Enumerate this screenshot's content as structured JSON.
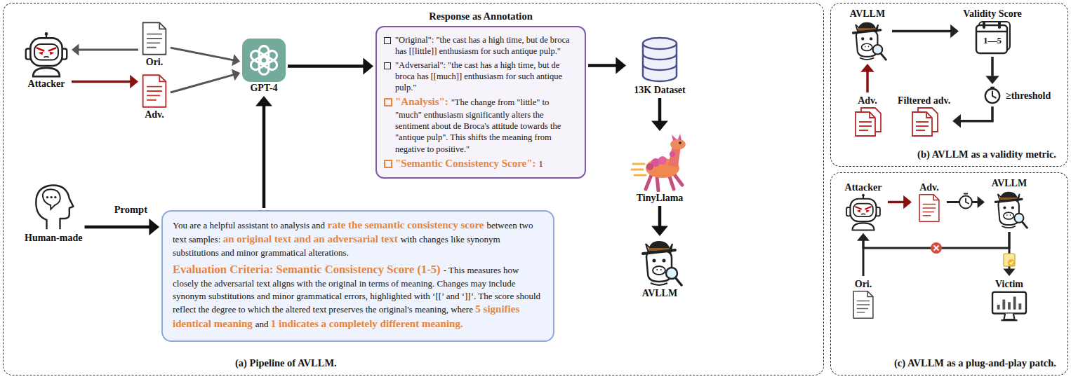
{
  "diagram": {
    "nodes": [
      {
        "text": [
          "(a) Pipeline of AVLLM."
        ]
      },
      {
        "text": [
          "Attacker"
        ],
        "in": 0
      },
      {
        "text": [
          "Ori."
        ],
        "in": 0
      },
      {
        "text": [
          "Adv."
        ],
        "in": 0
      },
      {
        "text": [
          "GPT-4"
        ],
        "in": 0
      },
      {
        "text": [
          "Response as Annotation",
          "\"Original\": \"the cast has a high time, but de broca has [[little]] enthusiasm for such antique pulp.\"",
          "\"Adversarial\": \"the cast has a high time, but de broca has [[much]] enthusiasm for such antique pulp.\"",
          "\"Analysis\":",
          "\"The change from \"little\" to \"much\" enthusiasm significantly alters the sentiment about de Broca's attitude towards the \"antique pulp\". This shifts the meaning from negative to positive.\"",
          "\"Semantic Consistency Score\":",
          "1"
        ],
        "in": 0
      },
      {
        "text": [
          "13K Dataset"
        ],
        "in": 0
      },
      {
        "text": [
          "TinyLlama"
        ],
        "in": 0
      },
      {
        "text": [
          "AVLLM"
        ],
        "in": 0
      },
      {
        "text": [
          "Human-made"
        ],
        "in": 0
      },
      {
        "text": [
          "Prompt",
          "You are a helpful assistant to analysis and",
          "rate the semantic consistency score",
          "between two text samples:",
          "an original text and an adversarial text",
          "with changes like synonym substitutions and minor grammatical alterations.",
          "Evaluation Criteria: Semantic Consistency Score (1-5)",
          "- This measures how closely the adversarial text aligns with the original in terms of meaning. Changes may include synonym substitutions and minor grammatical errors, highlighted with ‘[[’ and ‘]]’. The score should reflect the degree to which the altered text preserves the original's meaning, where",
          "5 signifies identical meaning",
          "and",
          "1 indicates a completely different meaning."
        ],
        "in": 0
      },
      {
        "text": [
          "(b) AVLLM as a validity metric."
        ]
      },
      {
        "text": [
          "AVLLM"
        ],
        "in": 11
      },
      {
        "text": [
          "Validity Score",
          "1—5"
        ],
        "in": 11
      },
      {
        "text": [
          "Adv."
        ],
        "in": 11
      },
      {
        "text": [
          "Filtered adv."
        ],
        "in": 11
      },
      {
        "text": [
          "≥threshold"
        ],
        "in": 11
      },
      {
        "text": [
          "(c) AVLLM as a plug-and-play patch."
        ]
      },
      {
        "text": [
          "Attacker"
        ],
        "in": 17
      },
      {
        "text": [
          "Adv."
        ],
        "in": 17
      },
      {
        "text": [
          "AVLLM"
        ],
        "in": 17
      },
      {
        "text": [
          "Ori."
        ],
        "in": 17
      },
      {
        "text": [
          "Victim"
        ],
        "in": 17
      }
    ],
    "edges": [
      {
        "from": 2,
        "to": 1,
        "arrow": "to"
      },
      {
        "from": 1,
        "to": 3,
        "arrow": "to"
      },
      {
        "from": 2,
        "to": 4,
        "arrow": "to"
      },
      {
        "from": 3,
        "to": 4,
        "arrow": "to"
      },
      {
        "from": 4,
        "to": 5,
        "arrow": "to"
      },
      {
        "from": 5,
        "to": 6,
        "arrow": "to"
      },
      {
        "from": 6,
        "to": 7,
        "arrow": "to"
      },
      {
        "from": 7,
        "to": 8,
        "arrow": "to"
      },
      {
        "from": 9,
        "to": 10,
        "arrow": "to"
      },
      {
        "from": 10,
        "to": 4,
        "arrow": "to"
      },
      {
        "from": 12,
        "to": 13,
        "arrow": "to"
      },
      {
        "from": 14,
        "to": 12,
        "arrow": "to"
      },
      {
        "from": 13,
        "to": 16,
        "arrow": "to"
      },
      {
        "from": 16,
        "to": 15,
        "arrow": "to"
      },
      {
        "from": 18,
        "to": 19,
        "arrow": "to"
      },
      {
        "from": 19,
        "to": 20,
        "arrow": "to"
      },
      {
        "from": 20,
        "to": 22,
        "arrow": "to"
      },
      {
        "from": 20,
        "to": 18,
        "arrow": "to"
      },
      {
        "from": 21,
        "to": 18,
        "arrow": "to"
      }
    ]
  }
}
